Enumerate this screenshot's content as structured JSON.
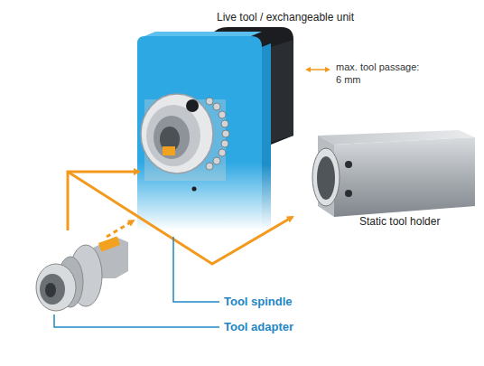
{
  "diagram": {
    "labels": [
      "Live tool / exchangeable unit",
      "max. tool passage: 6 mm",
      "Static tool holder",
      "Tool spindle",
      "Tool adapter"
    ]
  }
}
